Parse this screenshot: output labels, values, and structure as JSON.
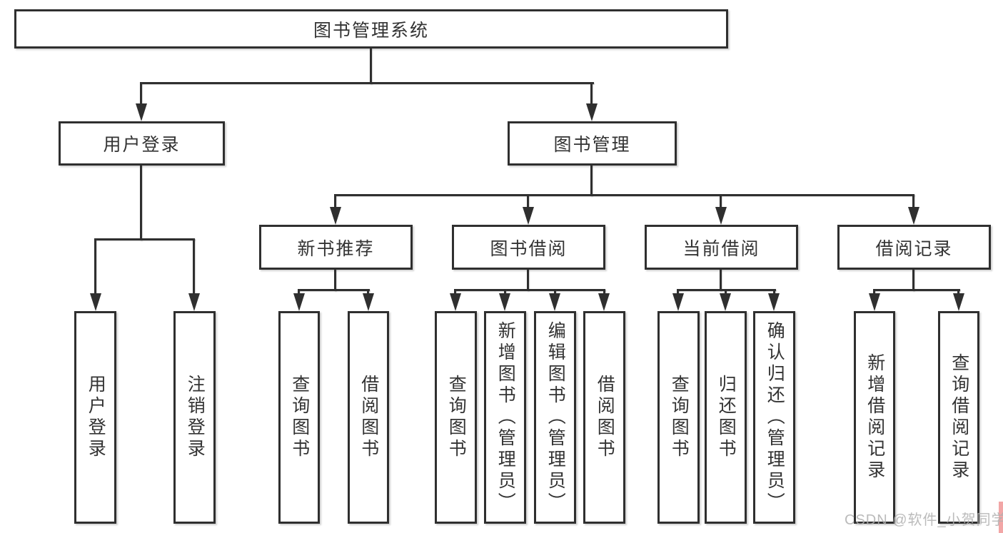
{
  "colors": {
    "line": "#2f2f2f",
    "text": "#333333",
    "box_background": "#ffffff",
    "watermark": "#afafaf"
  },
  "watermark": {
    "text": "CSDN @软件_小贺同学"
  },
  "tree": {
    "label": "图书管理系统",
    "children": [
      {
        "label": "用户登录",
        "children": [
          {
            "label": "用户登录"
          },
          {
            "label": "注销登录"
          }
        ]
      },
      {
        "label": "图书管理",
        "children": [
          {
            "label": "新书推荐",
            "children": [
              {
                "label": "查询图书"
              },
              {
                "label": "借阅图书"
              }
            ]
          },
          {
            "label": "图书借阅",
            "children": [
              {
                "label": "查询图书"
              },
              {
                "label": "新增图书（管理员）"
              },
              {
                "label": "编辑图书（管理员）"
              },
              {
                "label": "借阅图书"
              }
            ]
          },
          {
            "label": "当前借阅",
            "children": [
              {
                "label": "查询图书"
              },
              {
                "label": "归还图书"
              },
              {
                "label": "确认归还（管理员）"
              }
            ]
          },
          {
            "label": "借阅记录",
            "children": [
              {
                "label": "新增借阅记录"
              },
              {
                "label": "查询借阅记录"
              }
            ]
          }
        ]
      }
    ]
  }
}
